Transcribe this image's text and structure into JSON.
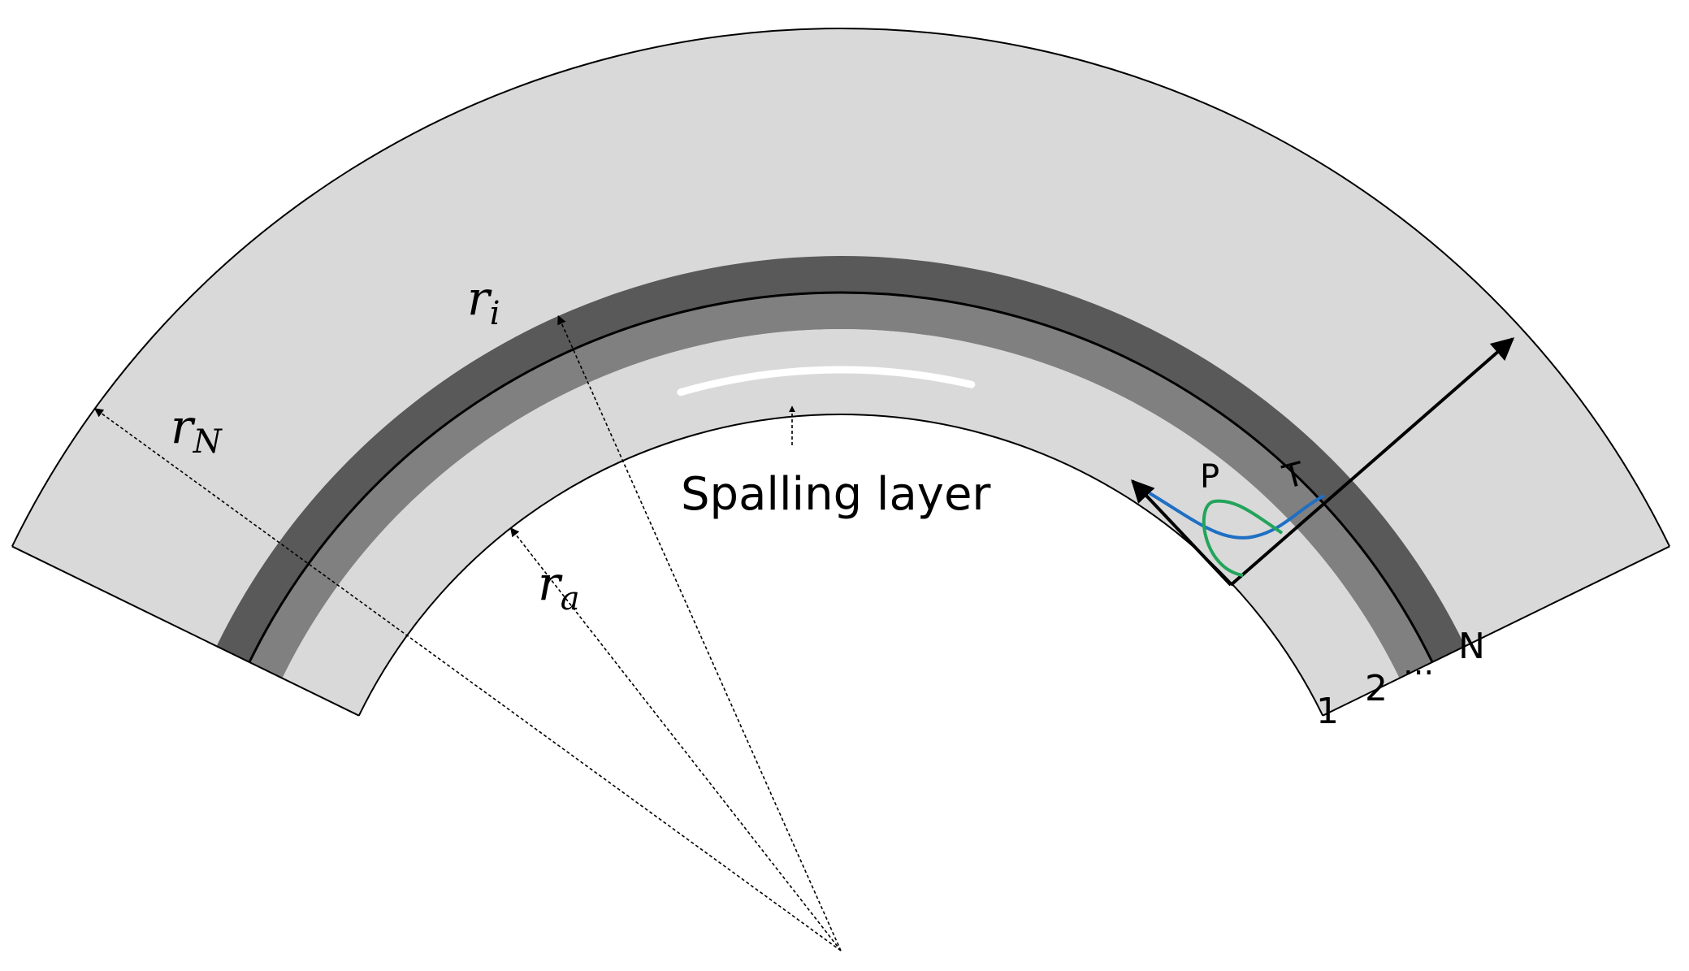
{
  "labels": {
    "r_i": "r",
    "r_i_sub": "i",
    "r_N": "r",
    "r_N_sub": "N",
    "r_a": "r",
    "r_a_sub": "a",
    "spalling": "Spalling layer",
    "P": "P",
    "T": "T",
    "layer_1": "1",
    "layer_2": "2",
    "layer_dots": "...",
    "layer_N": "N"
  },
  "colors": {
    "outer_layer": "#d9d9d9",
    "layer_N": "#595959",
    "layer_2": "#808080",
    "layer_1": "#d9d9d9",
    "spalling_layer": "#ffffff",
    "curve_P": "#22a45a",
    "curve_T": "#1f6fc4",
    "outline": "#000000"
  }
}
